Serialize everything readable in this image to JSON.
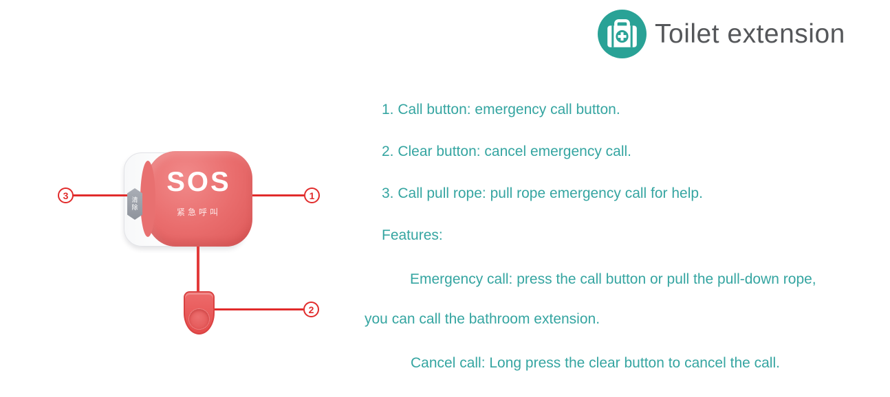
{
  "header": {
    "title": "Toilet extension"
  },
  "device": {
    "sos_label": "SOS",
    "sos_caption": "紧急呼叫",
    "clear_button_label": "清除",
    "callouts": {
      "call_button": "1",
      "pull_handle": "2",
      "clear_button": "3"
    }
  },
  "features": {
    "items": [
      "1. Call button: emergency call button.",
      "2. Clear button: cancel emergency call.",
      "3. Call pull rope: pull rope emergency call for help."
    ],
    "heading": "Features:",
    "details": [
      "Emergency call: press the call button or pull the pull-down rope,",
      "you can call the bathroom extension.",
      "Cancel call: Long press the clear button to cancel the call."
    ]
  },
  "colors": {
    "accent_teal_icon": "#29a296",
    "text_teal": "#35a5a1",
    "title_gray": "#55575a",
    "callout_red": "#e12b2b",
    "device_red": "#e96d6d"
  }
}
